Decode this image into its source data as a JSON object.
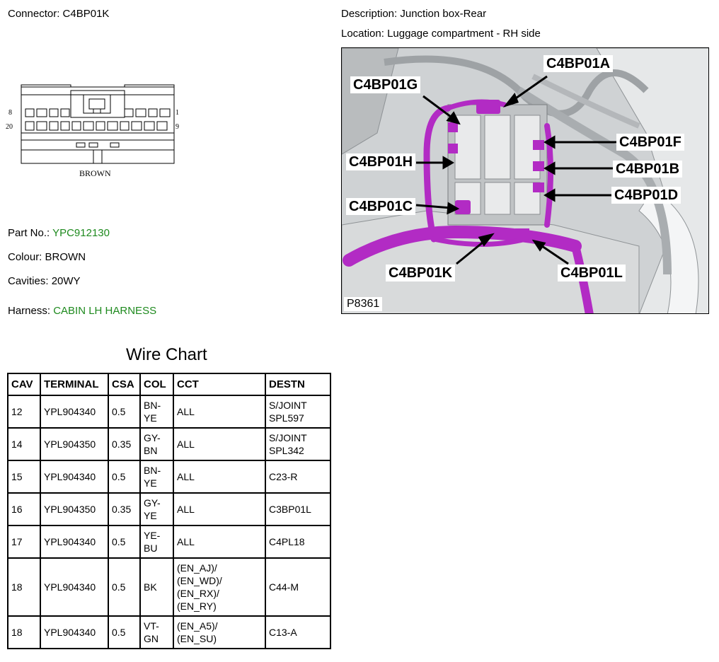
{
  "connector": {
    "label": "Connector:",
    "value": "C4BP01K"
  },
  "description": {
    "label": "Description:",
    "value": "Junction box-Rear"
  },
  "location": {
    "label": "Location:",
    "value": "Luggage compartment - RH side"
  },
  "diagram": {
    "pin_top_left": "8",
    "pin_bottom_left": "20",
    "pin_top_right": "1",
    "pin_bottom_right": "9",
    "colour_label": "BROWN"
  },
  "part_no": {
    "label": "Part No.:",
    "value": "YPC912130"
  },
  "colour": {
    "label": "Colour:",
    "value": "BROWN"
  },
  "cavities": {
    "label": "Cavities:",
    "value": "20WY"
  },
  "harness": {
    "label": "Harness:",
    "value": "CABIN LH HARNESS"
  },
  "photo": {
    "code": "P8361",
    "callouts": {
      "a": "C4BP01A",
      "g": "C4BP01G",
      "f": "C4BP01F",
      "h": "C4BP01H",
      "b": "C4BP01B",
      "d": "C4BP01D",
      "c": "C4BP01C",
      "k": "C4BP01K",
      "l": "C4BP01L"
    },
    "colors": {
      "harness": "#b22bc4",
      "background": "#cfd2d4"
    }
  },
  "wire_chart": {
    "title": "Wire Chart",
    "headers": [
      "CAV",
      "TERMINAL",
      "CSA",
      "COL",
      "CCT",
      "DESTN"
    ],
    "rows": [
      [
        "12",
        "YPL904340",
        "0.5",
        "BN-\nYE",
        "ALL",
        "S/JOINT\nSPL597"
      ],
      [
        "14",
        "YPL904350",
        "0.35",
        "GY-\nBN",
        "ALL",
        "S/JOINT\nSPL342"
      ],
      [
        "15",
        "YPL904340",
        "0.5",
        "BN-\nYE",
        "ALL",
        "C23-R"
      ],
      [
        "16",
        "YPL904350",
        "0.35",
        "GY-\nYE",
        "ALL",
        "C3BP01L"
      ],
      [
        "17",
        "YPL904340",
        "0.5",
        "YE-\nBU",
        "ALL",
        "C4PL18"
      ],
      [
        "18",
        "YPL904340",
        "0.5",
        "BK",
        "(EN_AJ)/\n(EN_WD)/\n(EN_RX)/\n(EN_RY)",
        "C44-M"
      ],
      [
        "18",
        "YPL904340",
        "0.5",
        "VT-\nGN",
        "(EN_A5)/\n(EN_SU)",
        "C13-A"
      ]
    ]
  }
}
